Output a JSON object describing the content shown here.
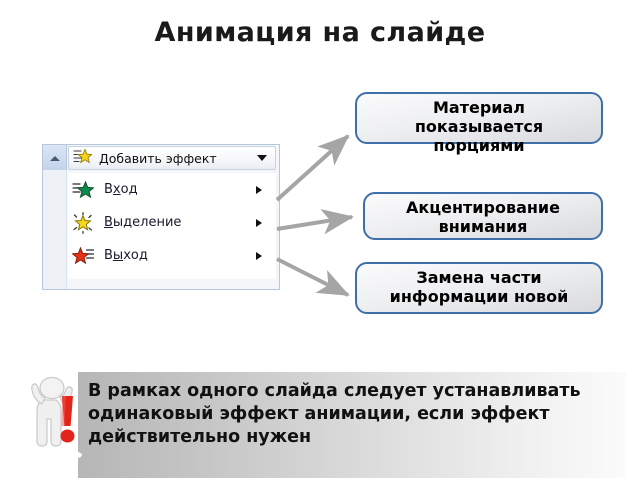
{
  "slide": {
    "title": "Анимация на слайде",
    "background_color": "#ffffff"
  },
  "ppt_menu": {
    "name": "Добавить эффект",
    "header_label": "Добавить эффект",
    "header_icon": "yellow-star-add-effect-icon",
    "header_caret_icon": "caret-down-icon",
    "collapse_icon": "triangle-up-icon",
    "items": [
      {
        "label": "Вход",
        "accel_index": 1,
        "icon": "green-star-entrance-icon",
        "icon_color": "#128a4f",
        "submenu_icon": "caret-right-icon"
      },
      {
        "label": "Выделение",
        "accel_index": 0,
        "icon": "yellow-star-emphasis-icon",
        "icon_color": "#f4d21a",
        "submenu_icon": "caret-right-icon"
      },
      {
        "label": "Выход",
        "accel_index": 1,
        "icon": "red-star-exit-icon",
        "icon_color": "#e32b15",
        "submenu_icon": "caret-right-icon"
      }
    ]
  },
  "callouts": [
    {
      "text": "Материал показывается порциями",
      "border_color": "#3f6fa8"
    },
    {
      "text": "Акцентирование внимания",
      "border_color": "#3f6fa8"
    },
    {
      "text": "Замена части информации новой",
      "border_color": "#3f6fa8"
    }
  ],
  "arrows": {
    "color": "#a5a5a5",
    "items": [
      {
        "from_label": "Вход",
        "to_callout": 0
      },
      {
        "from_label": "Выделение",
        "to_callout": 1
      },
      {
        "from_label": "Выход",
        "to_callout": 2
      }
    ]
  },
  "note": {
    "text": "В рамках одного слайда следует устанавливать одинаковый эффект анимации, если эффект действительно нужен",
    "figure_icon": "person-with-exclamation-mark-icon",
    "exclamation_color": "#e2241b"
  }
}
